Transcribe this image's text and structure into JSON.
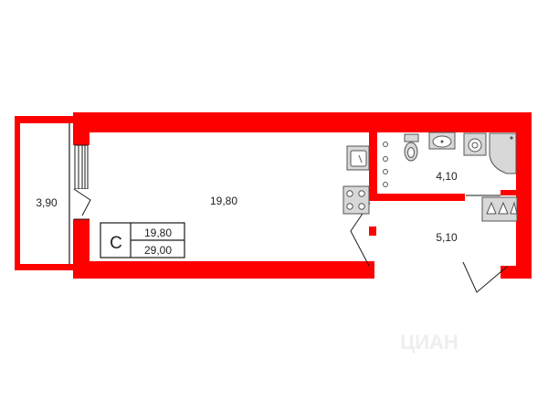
{
  "areas": {
    "balcony": "3,90",
    "main_room": "19,80",
    "bathroom": "4,10",
    "hall": "5,10"
  },
  "apartment_type": "С",
  "summary": {
    "living_area": "19,80",
    "total_area": "29,00"
  },
  "watermark": "ЦИАН",
  "colors": {
    "wall": "#ff0000",
    "outline": "#1a1a1a",
    "fixture_fill": "#d8d8d8",
    "fixture_stroke": "#555555"
  },
  "icons": [
    "sink-icon",
    "stove-icon",
    "toilet-icon",
    "washbasin-icon",
    "washing-machine-icon",
    "shower-tray-icon",
    "stove-burners-icon",
    "door-icon",
    "window-icon"
  ]
}
